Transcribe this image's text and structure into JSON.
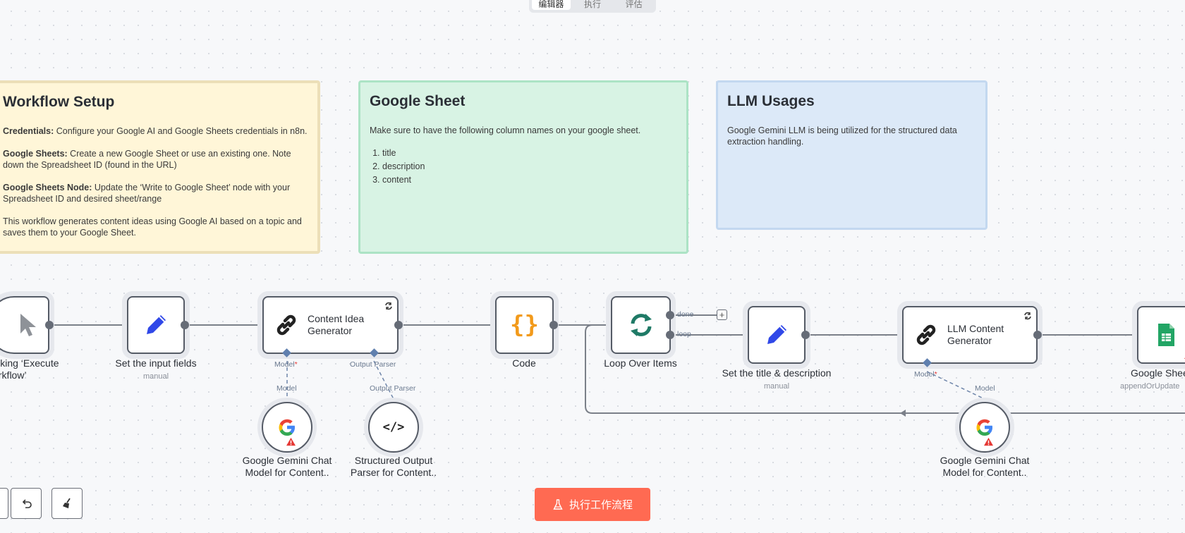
{
  "top_tabs": [
    {
      "label": "编辑器",
      "active": true
    },
    {
      "label": "执行",
      "active": false
    },
    {
      "label": "评估",
      "active": false
    }
  ],
  "notes": {
    "setup": {
      "title": "Workflow Setup",
      "items": [
        {
          "bold": "Credentials:",
          "text": " Configure your Google AI and Google Sheets credentials in n8n."
        },
        {
          "bold": "Google Sheets:",
          "text": " Create a new Google Sheet or use an existing one. Note down the Spreadsheet ID (found in the URL)"
        },
        {
          "bold": "Google Sheets Node:",
          "text": " Update the ‘Write to Google Sheet’ node with your Spreadsheet ID and desired sheet/range"
        },
        {
          "bold": "",
          "text": "This workflow generates content ideas using Google AI based on a topic and saves them to your Google Sheet."
        }
      ]
    },
    "sheet": {
      "title": "Google Sheet",
      "intro": "Make sure to have the following column names on your google sheet.",
      "columns": [
        "title",
        "description",
        "content"
      ]
    },
    "llm": {
      "title": "LLM Usages",
      "text": "Google Gemini LLM is being utilized for the structured data extraction handling."
    }
  },
  "nodes": {
    "trigger": {
      "label": "clicking ‘Execute workflow’",
      "line1": "clicking ‘Execute",
      "line2": "workflow’"
    },
    "set_input": {
      "label": "Set the input fields",
      "sub": "manual"
    },
    "content_idea": {
      "title_line1": "Content Idea",
      "title_line2": "Generator",
      "port_model": "Model",
      "port_parser": "Output Parser"
    },
    "code": {
      "label": "Code"
    },
    "loop": {
      "label": "Loop Over Items",
      "out_done": "done",
      "out_loop": "loop"
    },
    "set_title": {
      "label": "Set the title & description",
      "sub": "manual"
    },
    "llm_gen": {
      "title_line1": "LLM Content",
      "title_line2": "Generator",
      "port_model": "Model"
    },
    "gsheet": {
      "label": "Google Shee",
      "sub": "appendOrUpdate"
    },
    "gemini1": {
      "port": "Model",
      "line1": "Google Gemini Chat",
      "line2": "Model for Content.."
    },
    "parser": {
      "port": "Output Parser",
      "line1": "Structured Output",
      "line2": "Parser for Content.."
    },
    "gemini2": {
      "port": "Model",
      "line1": "Google Gemini Chat",
      "line2": "Model for Content.."
    }
  },
  "run_button": {
    "label": "执行工作流程",
    "icon": "flask-icon"
  },
  "colors": {
    "accent": "#ff6a52",
    "yellow_note": "#fff6d8",
    "green_note": "#d8f3e4",
    "blue_note": "#dce9f8",
    "code_icon": "#f29a1b",
    "loop_icon": "#1f7a66",
    "pencil_icon": "#3048e8",
    "sheets_green": "#22a565",
    "warning_red": "#e53935"
  }
}
